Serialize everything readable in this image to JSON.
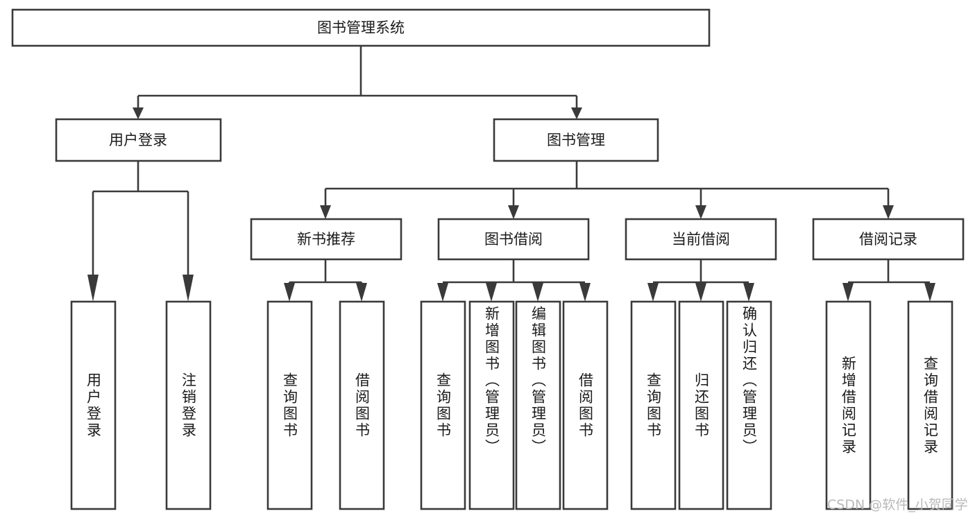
{
  "diagram": {
    "type": "tree",
    "title": "图书管理系统",
    "watermark": "CSDN @软件_小贺同学",
    "colors": {
      "stroke": "#3a3a3a",
      "box_fill": "#ffffff",
      "text": "#1a1a1a",
      "background": "#ffffff",
      "watermark": "#b9b9b9"
    },
    "levels": {
      "root": {
        "label": "图书管理系统"
      },
      "level2": [
        {
          "id": "user-login",
          "label": "用户登录"
        },
        {
          "id": "book-management",
          "label": "图书管理"
        }
      ],
      "level3": [
        {
          "id": "new-book-recommend",
          "label": "新书推荐",
          "parent": "book-management"
        },
        {
          "id": "book-borrow",
          "label": "图书借阅",
          "parent": "book-management"
        },
        {
          "id": "current-borrow",
          "label": "当前借阅",
          "parent": "book-management"
        },
        {
          "id": "borrow-record",
          "label": "借阅记录",
          "parent": "book-management"
        }
      ],
      "leaves": [
        {
          "id": "leaf-user-login",
          "label": "用户登录",
          "parent": "user-login"
        },
        {
          "id": "leaf-logout",
          "label": "注销登录",
          "parent": "user-login"
        },
        {
          "id": "leaf-query-book-1",
          "label": "查询图书",
          "parent": "new-book-recommend"
        },
        {
          "id": "leaf-borrow-book-1",
          "label": "借阅图书",
          "parent": "new-book-recommend"
        },
        {
          "id": "leaf-query-book-2",
          "label": "查询图书",
          "parent": "book-borrow"
        },
        {
          "id": "leaf-add-book",
          "label": "新增图书（管理员）",
          "parent": "book-borrow"
        },
        {
          "id": "leaf-edit-book",
          "label": "编辑图书（管理员）",
          "parent": "book-borrow"
        },
        {
          "id": "leaf-borrow-book-2",
          "label": "借阅图书",
          "parent": "book-borrow"
        },
        {
          "id": "leaf-query-book-3",
          "label": "查询图书",
          "parent": "current-borrow"
        },
        {
          "id": "leaf-return-book",
          "label": "归还图书",
          "parent": "current-borrow"
        },
        {
          "id": "leaf-confirm-return",
          "label": "确认归还（管理员）",
          "parent": "current-borrow"
        },
        {
          "id": "leaf-add-record",
          "label": "新增借阅记录",
          "parent": "borrow-record"
        },
        {
          "id": "leaf-query-record",
          "label": "查询借阅记录",
          "parent": "borrow-record"
        }
      ]
    }
  }
}
